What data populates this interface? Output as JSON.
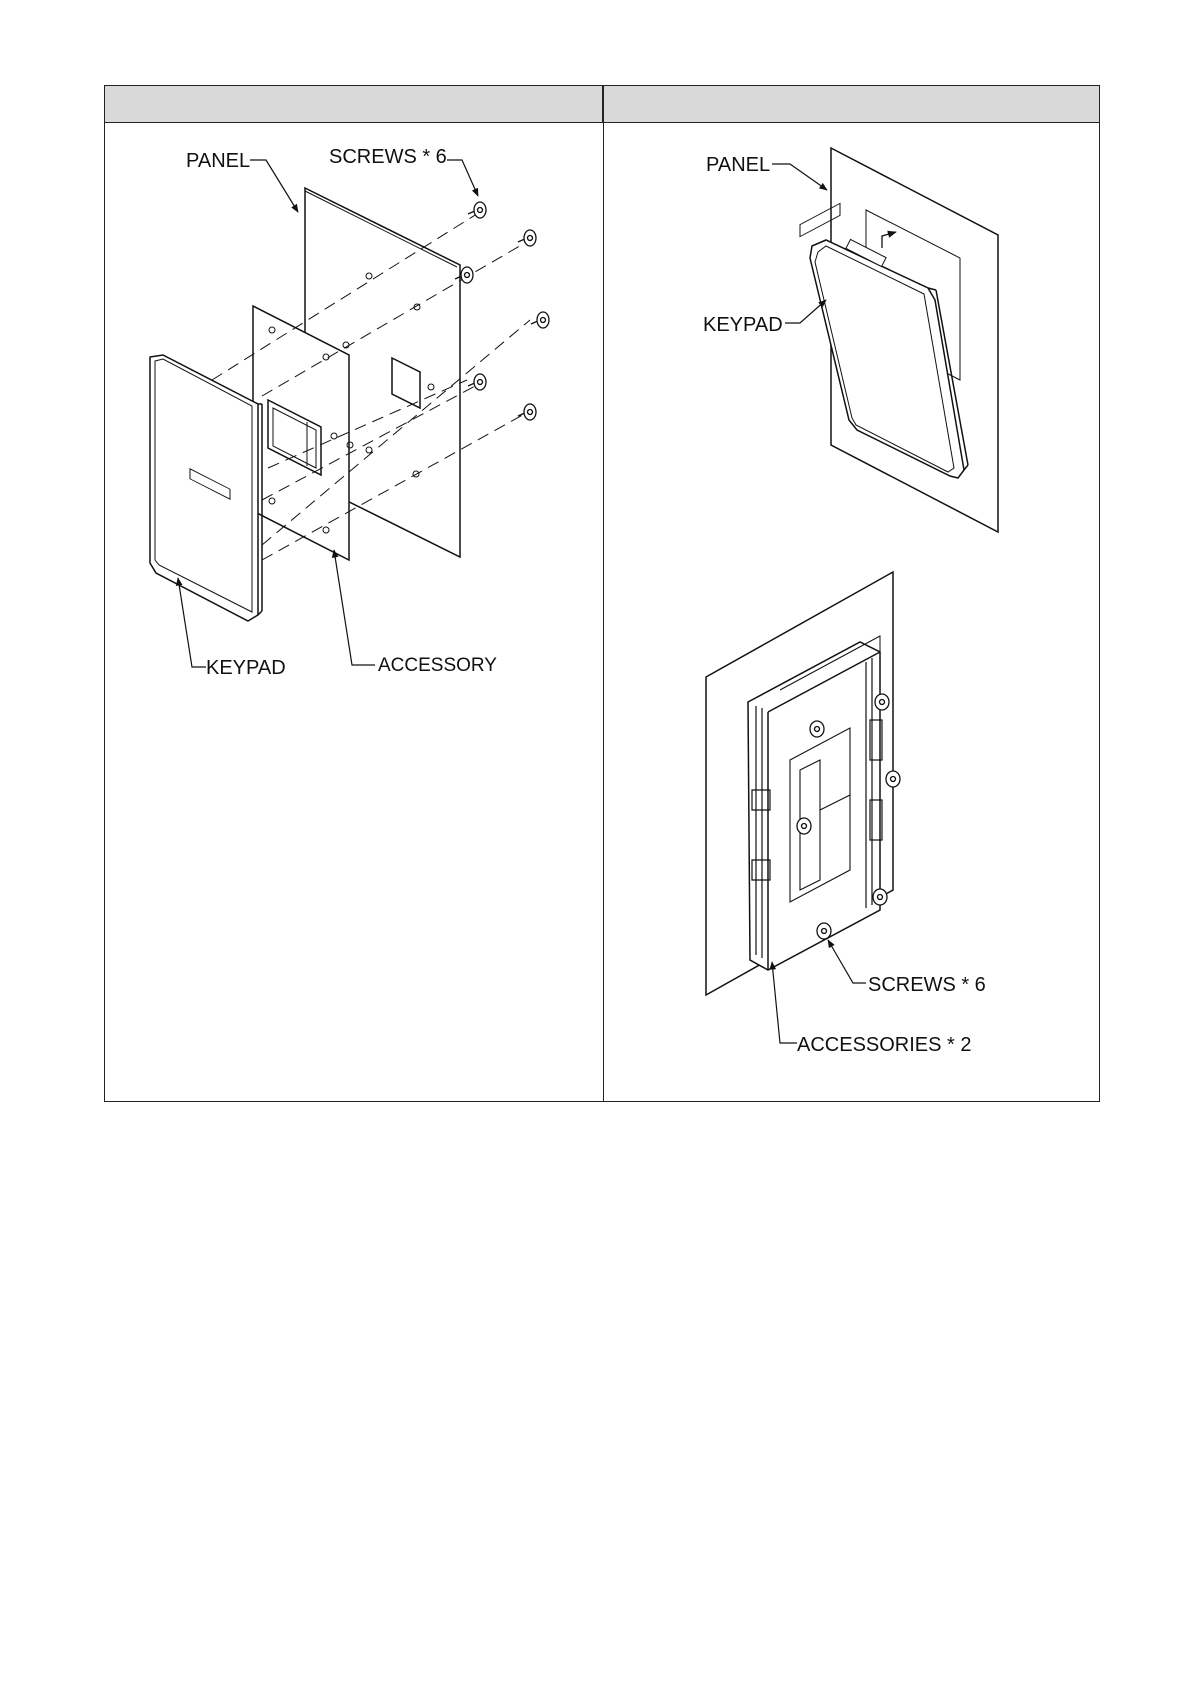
{
  "header": {
    "left_title": "",
    "right_title": ""
  },
  "left_figure": {
    "panel_label": "PANEL",
    "screws_label": "SCREWS * 6",
    "keypad_label": "KEYPAD",
    "accessory_label": "ACCESSORY"
  },
  "right_figure": {
    "panel_label": "PANEL",
    "keypad_label": "KEYPAD",
    "screws_label": "SCREWS * 6",
    "accessories_label": "ACCESSORIES * 2"
  }
}
